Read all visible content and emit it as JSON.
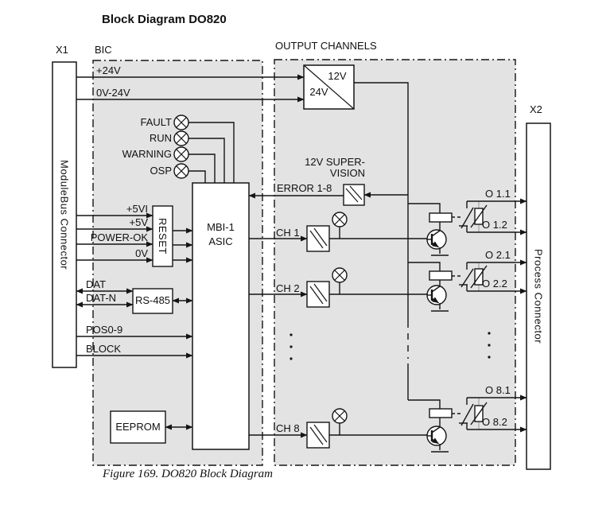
{
  "title": "Block Diagram DO820",
  "caption": "Figure 169. DO820 Block Diagram",
  "labels": {
    "x1": "X1",
    "x2": "X2",
    "bic": "BIC",
    "output_channels": "OUTPUT CHANNELS",
    "modulebus_connector": "ModuleBus Connector",
    "process_connector": "Process Connector"
  },
  "power": {
    "plus24": "+24V",
    "zero24": "0V-24V",
    "converter_out": "12V",
    "converter_in": "24V"
  },
  "leds": {
    "fault": "FAULT",
    "run": "RUN",
    "warning": "WARNING",
    "osp": "OSP"
  },
  "reset": {
    "label": "RESET",
    "in1": "+5VI",
    "in2": "+5V",
    "in3": "POWER-OK",
    "in4": "0V"
  },
  "asic": {
    "line1": "MBI-1",
    "line2": "ASIC"
  },
  "serial": {
    "dat": "DAT",
    "datn": "DAT-N",
    "rs485": "RS-485"
  },
  "bus": {
    "pos": "POS0-9",
    "block": "BLOCK"
  },
  "eeprom": "EEPROM",
  "supervision": {
    "line1": "12V SUPER-",
    "line2": "VISION",
    "error": "ERROR 1-8"
  },
  "channels": [
    {
      "label": "CH 1",
      "out1": "O 1.1",
      "out2": "O 1.2"
    },
    {
      "label": "CH 2",
      "out1": "O 2.1",
      "out2": "O 2.2"
    },
    {
      "label": "CH 8",
      "out1": "O 8.1",
      "out2": "O 8.2"
    }
  ],
  "colors": {
    "region_fill": "#e3e3e3",
    "line": "#151515",
    "background": "#ffffff"
  }
}
